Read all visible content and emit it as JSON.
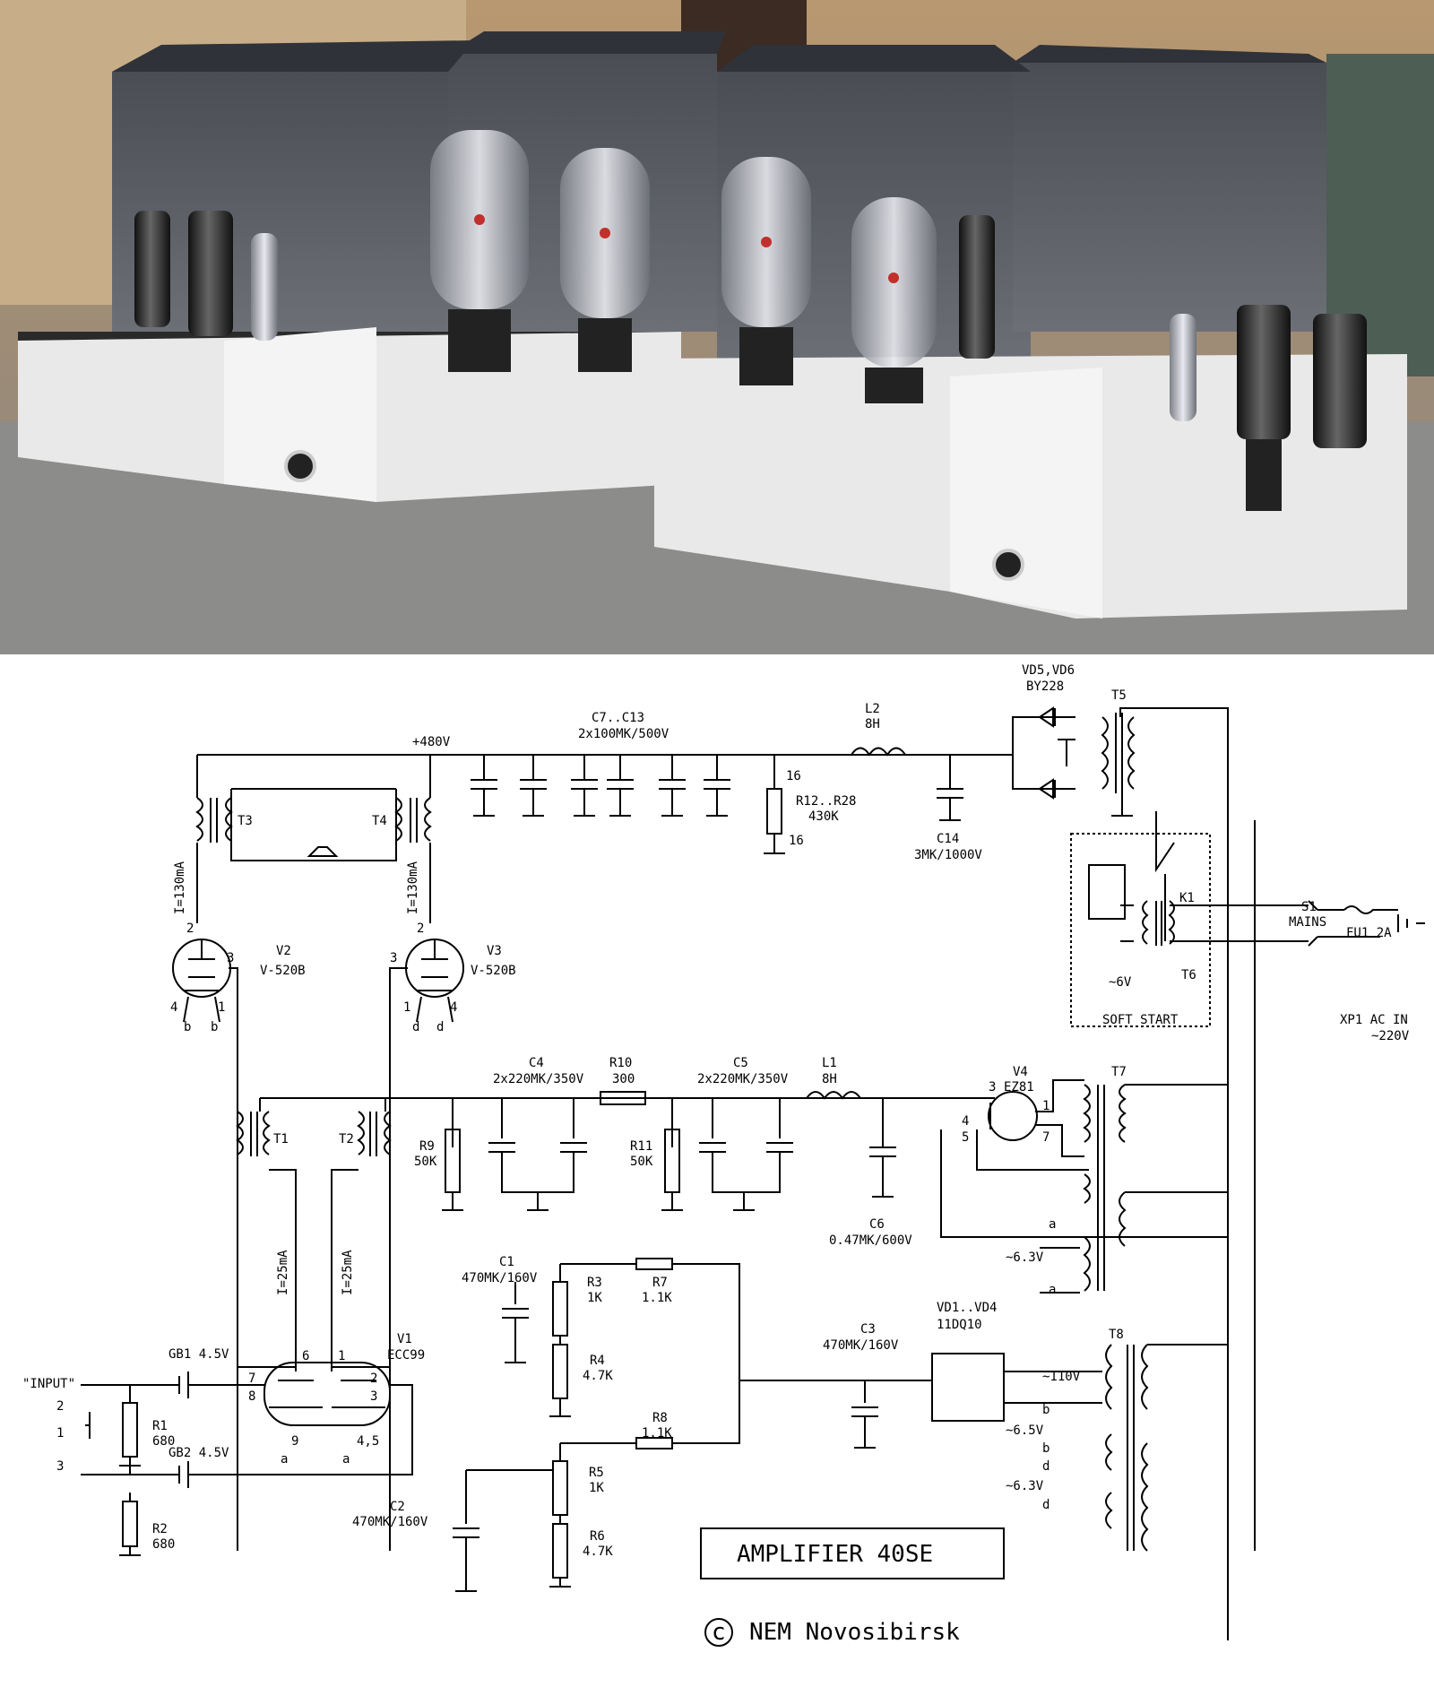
{
  "labels": {
    "b480": "+480V",
    "c7c13": "C7..C13",
    "c7c13v": "2x100MK/500V",
    "l2": "L2",
    "l2v": "8H",
    "vd56": "VD5,VD6",
    "by228": "BY228",
    "t5": "T5",
    "r12": "R12..R28",
    "r12v": "430K",
    "n16a": "16",
    "n16b": "16",
    "c14": "C14",
    "c14v": "3MK/1000V",
    "t3": "T3",
    "t4": "T4",
    "i130a": "I=130mA",
    "i130b": "I=130mA",
    "v2": "V2",
    "v2t": "V-520B",
    "v3": "V3",
    "v3t": "V-520B",
    "p2a": "2",
    "p3a": "3",
    "p4a": "4",
    "p1a": "1",
    "pba": "b",
    "pbb": "b",
    "p2b": "2",
    "p3b": "3",
    "p1b": "1",
    "p4b": "4",
    "pda": "d",
    "pdb": "d",
    "k1": "K1",
    "t6": "T6",
    "v6": "~6V",
    "soft": "SOFT START",
    "s1": "S1",
    "mains": "MAINS",
    "fu1": "FU1 2A",
    "xp1": "XP1 AC IN",
    "v220": "~220V",
    "c4": "C4",
    "c4v": "2x220MK/350V",
    "r10": "R10",
    "r10v": "300",
    "c5": "C5",
    "c5v": "2x220MK/350V",
    "l1": "L1",
    "l1v": "8H",
    "v4": "V4",
    "ez81": "EZ81",
    "t7": "T7",
    "q3": "3",
    "q4": "4",
    "q5": "5",
    "q1": "1",
    "q7": "7",
    "t1": "T1",
    "t2": "T2",
    "r9": "R9",
    "r9v": "50K",
    "r11": "R11",
    "r11v": "50K",
    "c6": "C6",
    "c6v": "0.47MK/600V",
    "aa": "a",
    "ab": "a",
    "v63": "~6.3V",
    "i25a": "I=25mA",
    "i25b": "I=25mA",
    "c1": "C1",
    "c1v": "470MK/160V",
    "r3": "R3",
    "r3v": "1K",
    "r7": "R7",
    "r7v": "1.1K",
    "r4": "R4",
    "r4v": "4.7K",
    "c3": "C3",
    "c3v": "470MK/160V",
    "vd14": "VD1..VD4",
    "dq": "11DQ10",
    "v110": "~110V",
    "t8": "T8",
    "gb1": "GB1 4.5V",
    "gb2": "GB2 4.5V",
    "input": "\"INPUT\"",
    "in2": "2",
    "in1": "1",
    "in3": "3",
    "r1": "R1",
    "r1v": "680",
    "r2": "R2",
    "r2v": "680",
    "v1": "V1",
    "ecc99": "ECC99",
    "e6": "6",
    "e1": "1",
    "e7": "7",
    "e2": "2",
    "e8": "8",
    "e3": "3",
    "e9": "9",
    "e45": "4,5",
    "ea1": "a",
    "ea2": "a",
    "r8": "R8",
    "r8v": "1.1K",
    "r5": "R5",
    "r5v": "1K",
    "c2": "C2",
    "c2v": "470MK/160V",
    "r6": "R6",
    "r6v": "4.7K",
    "bb1": "b",
    "bb2": "b",
    "v65": "~6.5V",
    "dd1": "d",
    "dd2": "d",
    "v63b": "~6.3V"
  },
  "title": "AMPLIFIER 40SE",
  "copyright": "NEM Novosibirsk"
}
